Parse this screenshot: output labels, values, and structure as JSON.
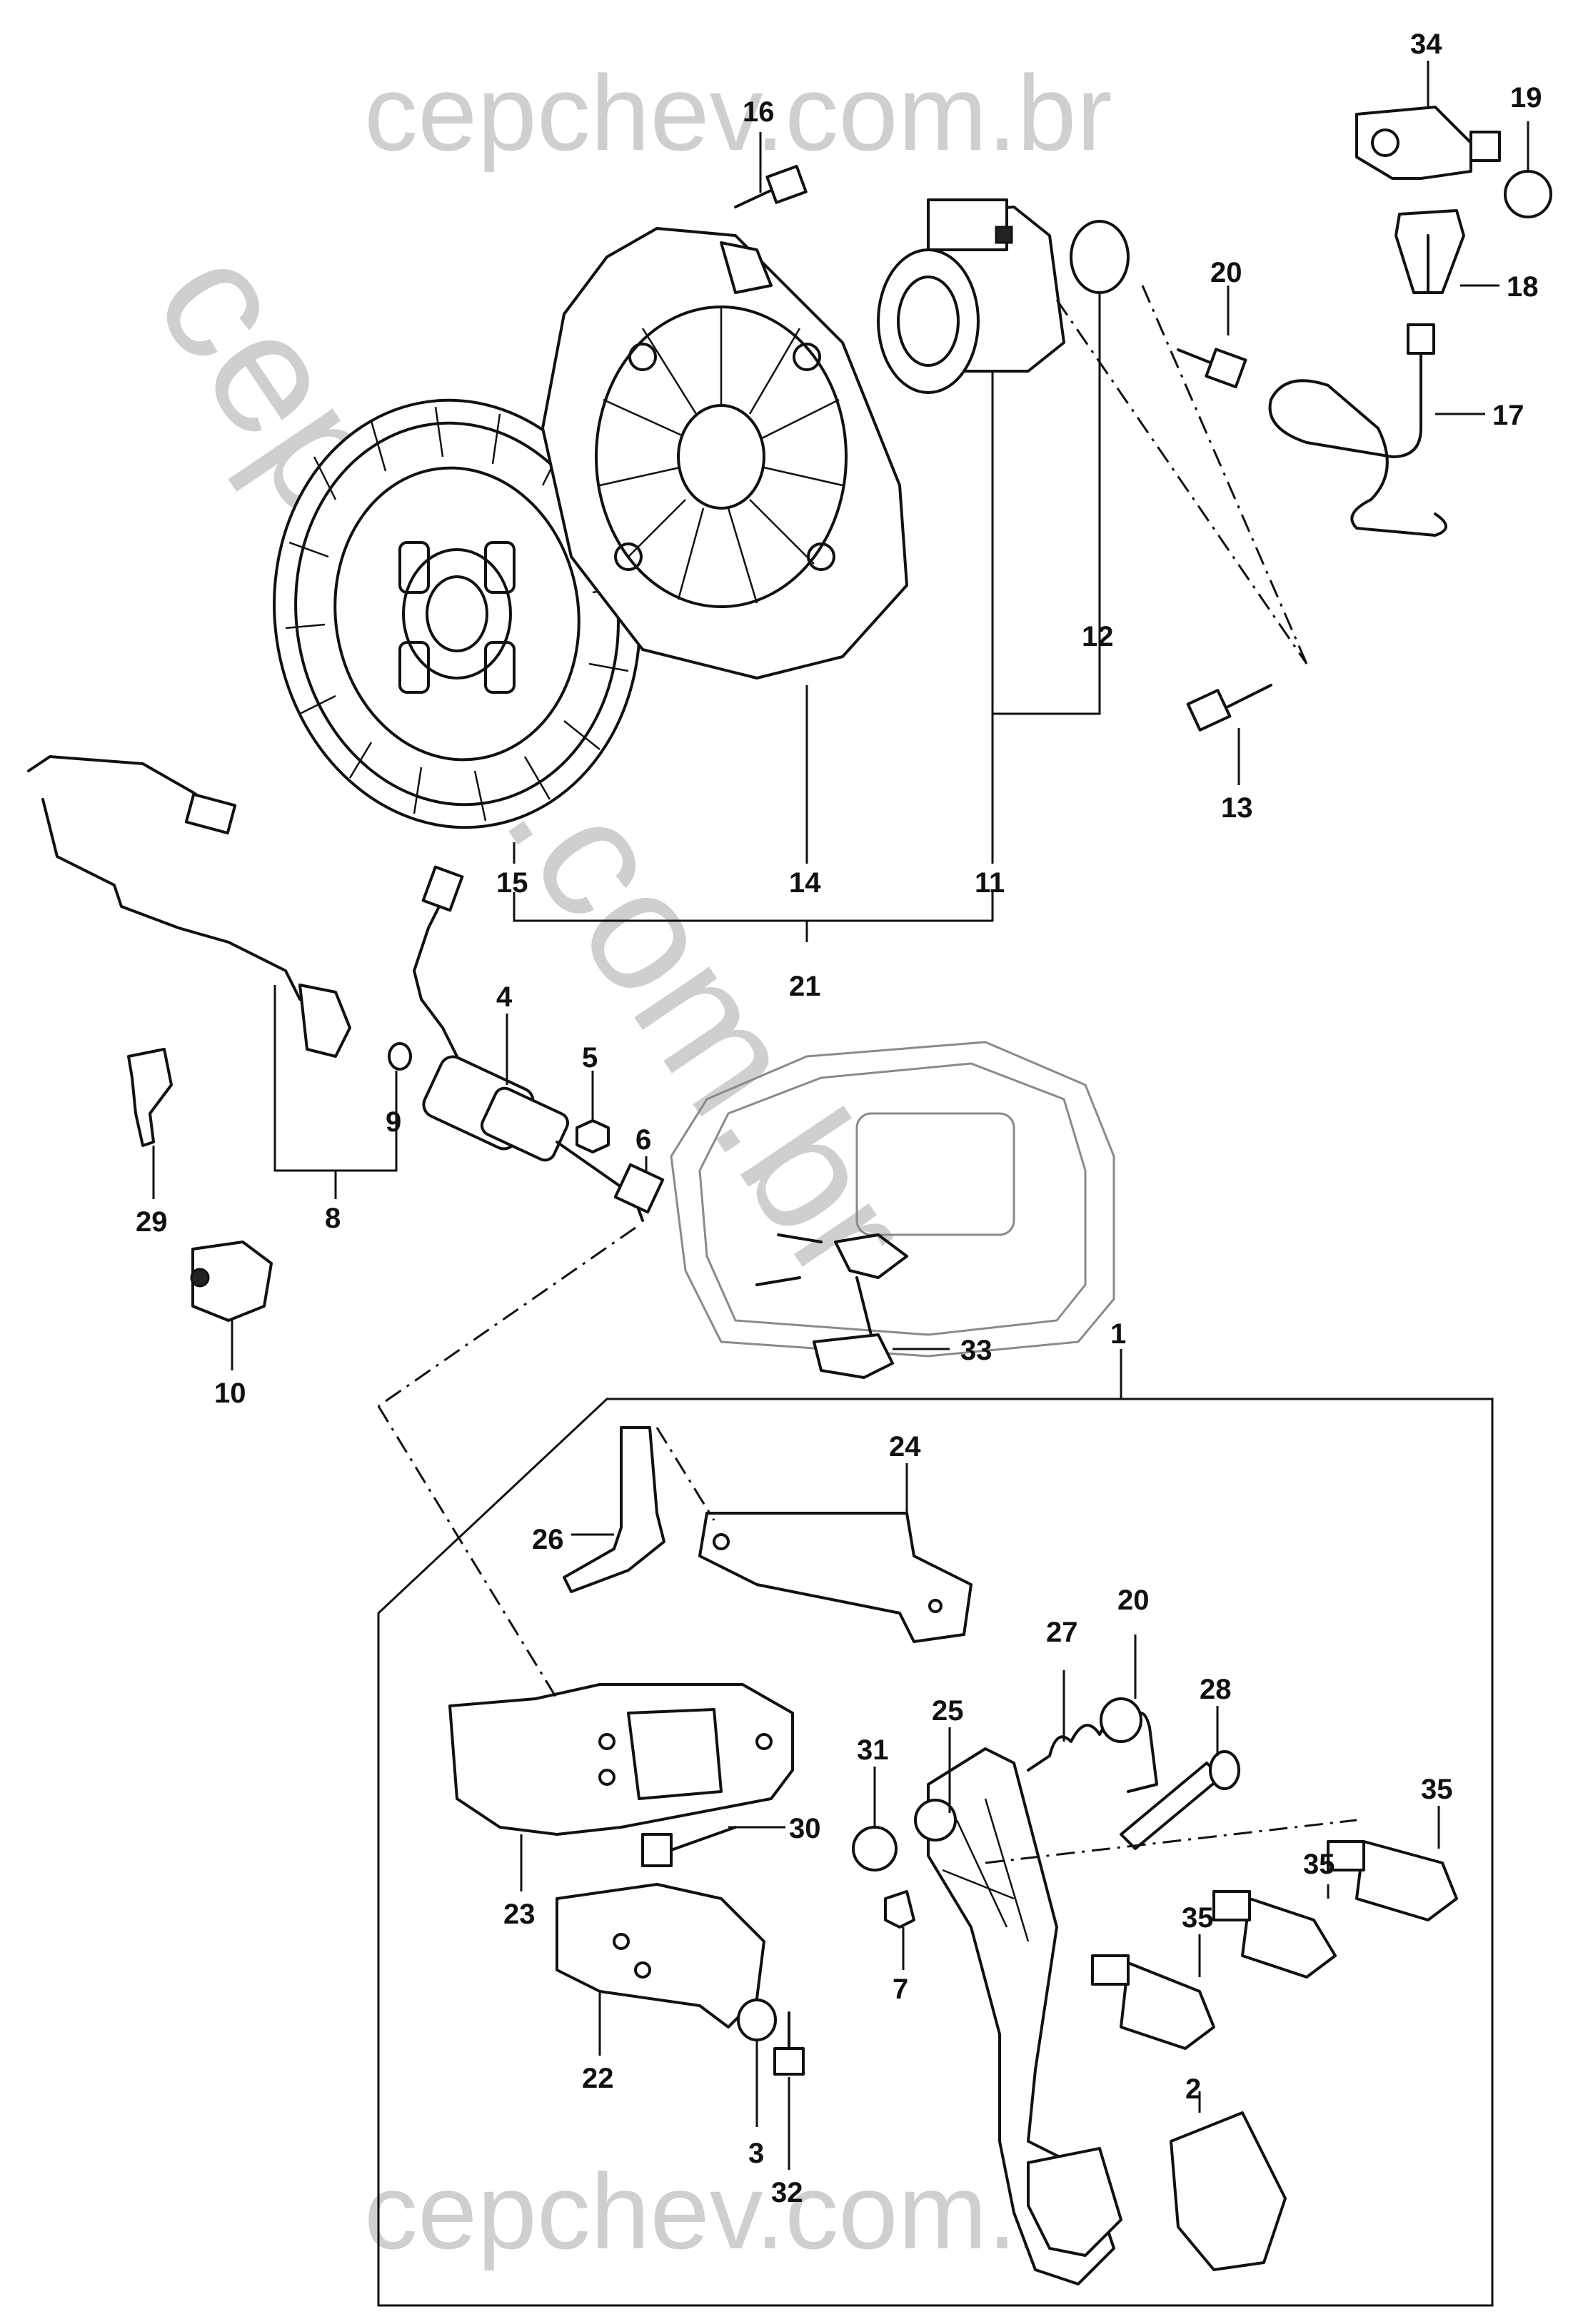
{
  "watermark": {
    "top": "cepchev.com.br",
    "bottom": "cepchev.com.br",
    "diagonal": "cepchev.com.br"
  },
  "callouts": [
    "1",
    "2",
    "3",
    "4",
    "5",
    "6",
    "7",
    "8",
    "9",
    "10",
    "11",
    "12",
    "13",
    "14",
    "15",
    "16",
    "17",
    "18",
    "19",
    "20",
    "20",
    "21",
    "22",
    "23",
    "24",
    "25",
    "26",
    "27",
    "28",
    "29",
    "30",
    "31",
    "32",
    "33",
    "34",
    "35",
    "35",
    "35"
  ]
}
